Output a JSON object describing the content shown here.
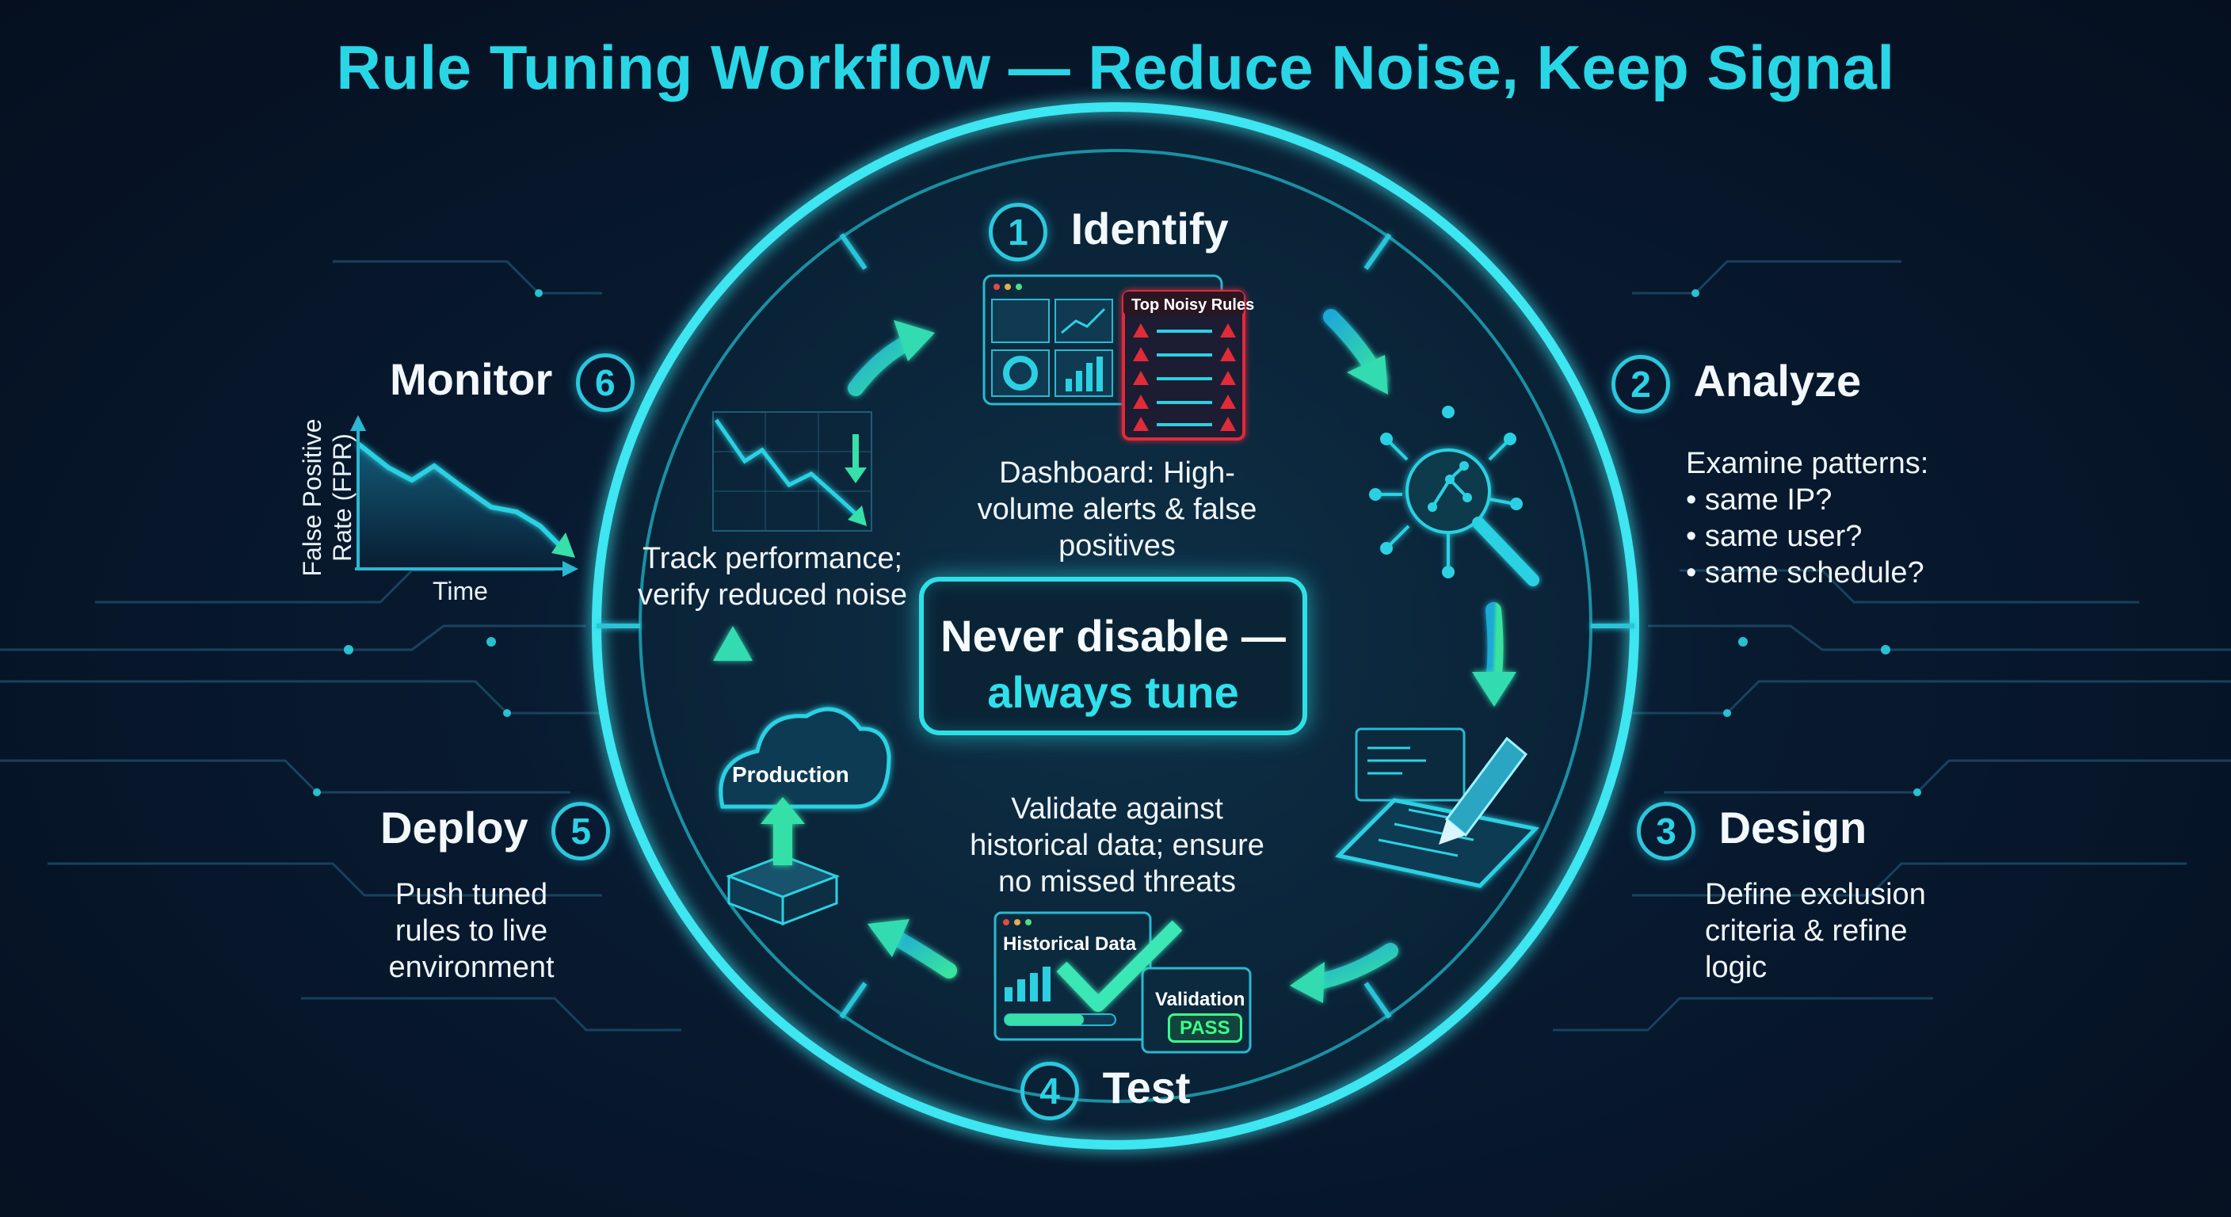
{
  "title": "Rule Tuning Workflow — Reduce Noise, Keep Signal",
  "center": {
    "line1": "Never disable —",
    "line2": "always tune"
  },
  "steps": [
    {
      "number": "1",
      "title": "Identify",
      "description": "Dashboard: High-volume alerts & false positives",
      "panel_label": "Top Noisy Rules"
    },
    {
      "number": "2",
      "title": "Analyze",
      "description_title": "Examine patterns:",
      "bullets": [
        "same IP?",
        "same user?",
        "same schedule?"
      ]
    },
    {
      "number": "3",
      "title": "Design",
      "description": "Define exclusion criteria & refine logic"
    },
    {
      "number": "4",
      "title": "Test",
      "description": "Validate against historical data; ensure no missed threats",
      "panel_label_1": "Historical Data",
      "panel_label_2": "Validation",
      "status": "PASS"
    },
    {
      "number": "5",
      "title": "Deploy",
      "description": "Push tuned rules to live environment",
      "cloud_label": "Production"
    },
    {
      "number": "6",
      "title": "Monitor",
      "description": "Track performance; verify reduced noise"
    }
  ],
  "fpr_chart": {
    "ylabel": "False Positive Rate (FPR)",
    "xlabel": "Time"
  },
  "colors": {
    "accent": "#29d6e6",
    "ring": "#3ee6f0",
    "green": "#3dff8a",
    "alert_red": "#e02b3a",
    "background": "#071528"
  }
}
